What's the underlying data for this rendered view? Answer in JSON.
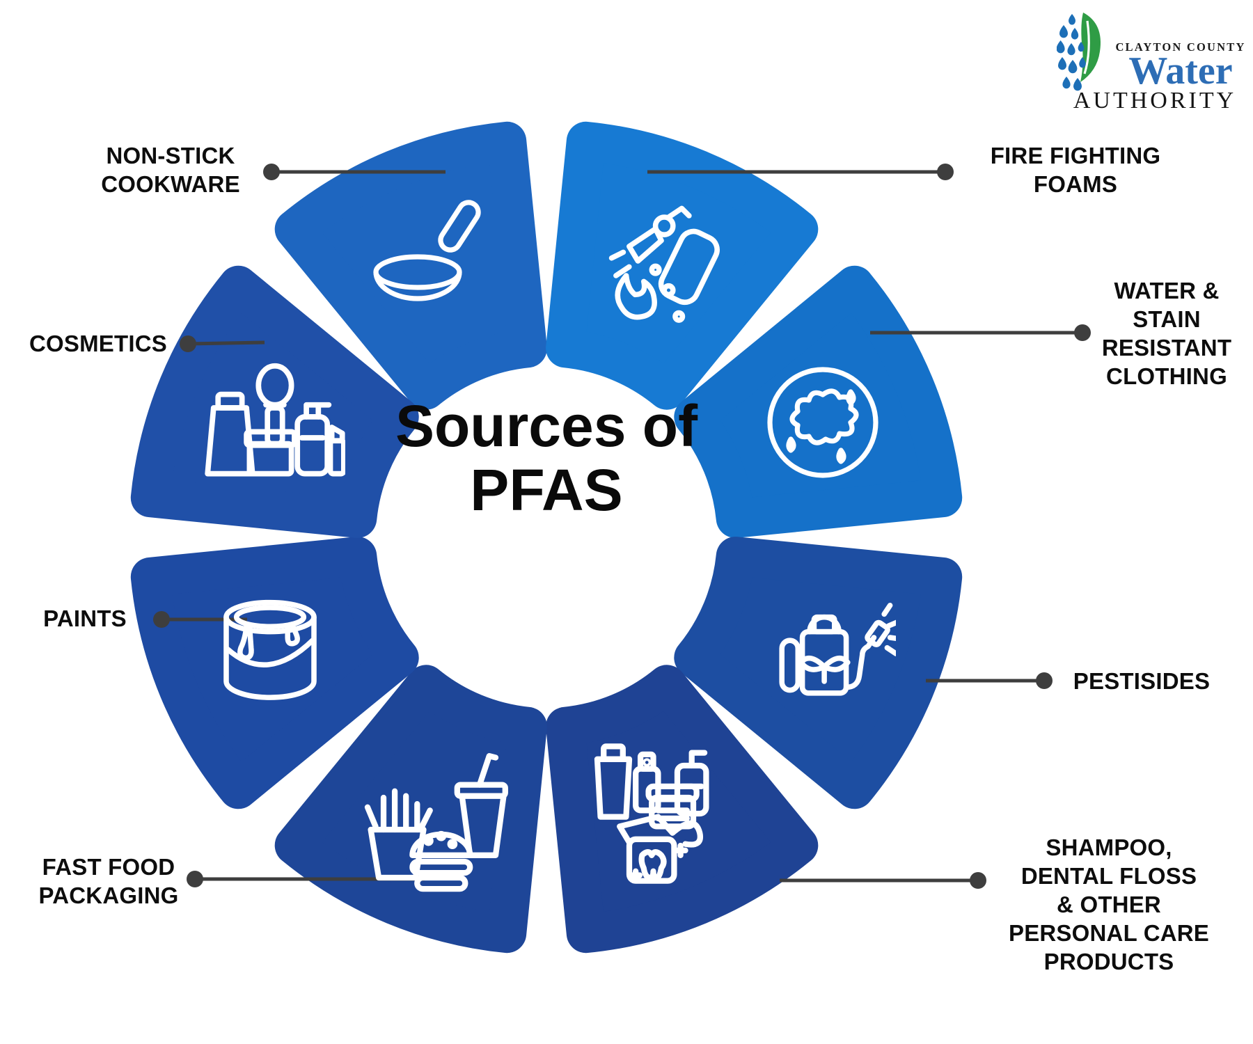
{
  "logo": {
    "line1": "CLAYTON COUNTY",
    "line2": "Water",
    "line3": "AUTHORITY",
    "leaf_color": "#2F9C45",
    "drop_color": "#1D6FB7",
    "water_text_color": "#2D6DB5"
  },
  "title": "Sources of\nPFAS",
  "ring": {
    "connector_color": "#3E3E3E",
    "segments": [
      {
        "id": "non-stick-cookware",
        "label": "NON-STICK\nCOOKWARE",
        "icon": "frying-pan-icon",
        "color": "#1E66C0"
      },
      {
        "id": "fire-fighting-foams",
        "label": "FIRE FIGHTING\nFOAMS",
        "icon": "fire-extinguisher-icon",
        "color": "#177AD3"
      },
      {
        "id": "water-stain-resistant-clothing",
        "label": "WATER &\nSTAIN\nRESISTANT\nCLOTHING",
        "icon": "stain-icon",
        "color": "#1571C9"
      },
      {
        "id": "pestisides",
        "label": "PESTISIDES",
        "icon": "pesticide-sprayer-icon",
        "color": "#1D4EA2"
      },
      {
        "id": "personal-care-products",
        "label": "SHAMPOO,\nDENTAL FLOSS\n& OTHER\nPERSONAL CARE\nPRODUCTS",
        "icon": "personal-care-icon",
        "color": "#1F4394"
      },
      {
        "id": "fast-food-packaging",
        "label": "FAST FOOD\nPACKAGING",
        "icon": "fast-food-icon",
        "color": "#1E4698"
      },
      {
        "id": "paints",
        "label": "PAINTS",
        "icon": "paint-can-icon",
        "color": "#1E4BA3"
      },
      {
        "id": "cosmetics",
        "label": "COSMETICS",
        "icon": "cosmetics-icon",
        "color": "#2050A8"
      }
    ]
  }
}
